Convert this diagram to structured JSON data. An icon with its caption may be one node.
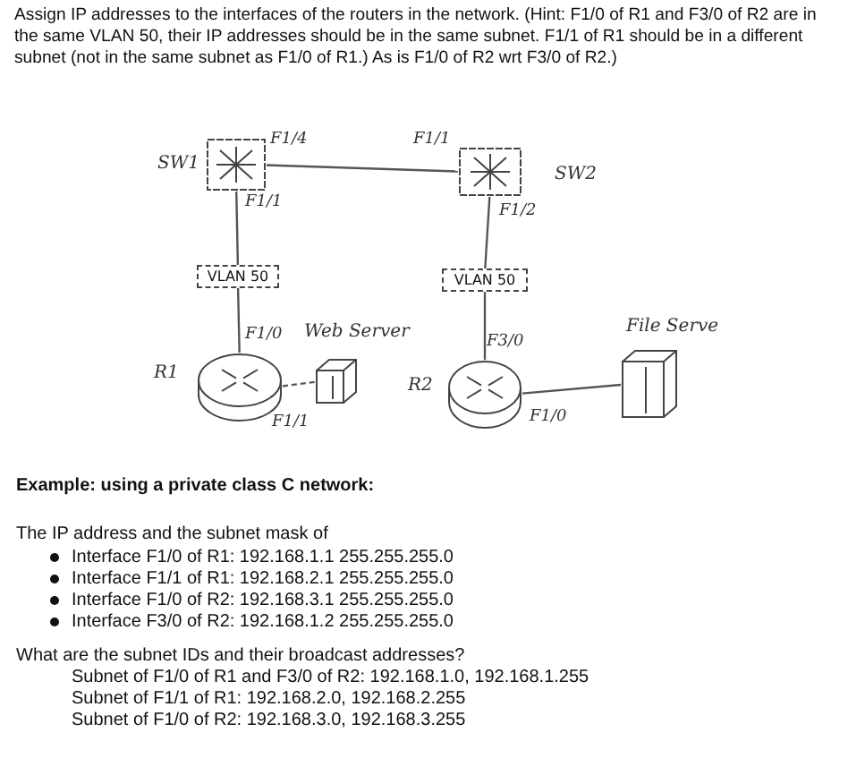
{
  "diagram": {
    "nodes": [
      {
        "text": [],
        "shape": "box",
        "beside": [
          "SW1"
        ]
      },
      {
        "text": [],
        "shape": "box",
        "beside": [
          "SW2"
        ]
      },
      {
        "text": [
          "VLAN 50"
        ]
      },
      {
        "text": [
          "VLAN 50"
        ]
      },
      {
        "text": [],
        "shape": "cylinder",
        "beside": [
          "R1"
        ]
      },
      {
        "text": [],
        "shape": "cube",
        "beside": [
          "Web Server"
        ]
      },
      {
        "text": [],
        "shape": "cylinder",
        "beside": [
          "R2"
        ]
      },
      {
        "text": [],
        "shape": "cube",
        "beside": [
          "File Serve"
        ]
      }
    ],
    "edges": [
      {
        "from": 0,
        "to": 1,
        "arrow": "none"
      },
      {
        "from": 0,
        "to": 2,
        "arrow": "none"
      },
      {
        "from": 2,
        "to": 4,
        "arrow": "none"
      },
      {
        "from": 1,
        "to": 3,
        "arrow": "none"
      },
      {
        "from": 3,
        "to": 6,
        "arrow": "none"
      },
      {
        "from": 4,
        "to": 5,
        "arrow": "none",
        "style": "dashed"
      },
      {
        "from": 6,
        "to": 7,
        "arrow": "none"
      }
    ],
    "labels": [
      "Assign IP addresses to the interfaces of the routers in the network. (Hint: F1/0 of R1 and F3/0 of R2 are in the same VLAN 50, their IP addresses should be in the same subnet.  F1/1 of R1 should be in a different subnet (not in the same subnet as F1/0 of R1.) As is F1/0 of R2 wrt F3/0 of R2.)",
      "F1/4",
      "F1/1",
      "F1/1",
      "F1/2",
      "F1/0",
      "F1/1",
      "F3/0",
      "F1/0",
      "Example: using a private class C network:",
      "The IP address and the subnet mask of",
      "Interface F1/0 of R1: 192.168.1.1 255.255.255.0",
      "Interface F1/1 of R1: 192.168.2.1 255.255.255.0",
      "Interface F1/0 of R2: 192.168.3.1 255.255.255.0",
      "Interface F3/0 of R2: 192.168.1.2 255.255.255.0",
      "What are the subnet IDs and their broadcast addresses?",
      "Subnet of F1/0 of R1 and F3/0 of R2: 192.168.1.0, 192.168.1.255",
      "Subnet of F1/1 of R1: 192.168.2.0, 192.168.2.255",
      "Subnet of F1/0 of R2: 192.168.3.0, 192.168.3.255"
    ]
  }
}
